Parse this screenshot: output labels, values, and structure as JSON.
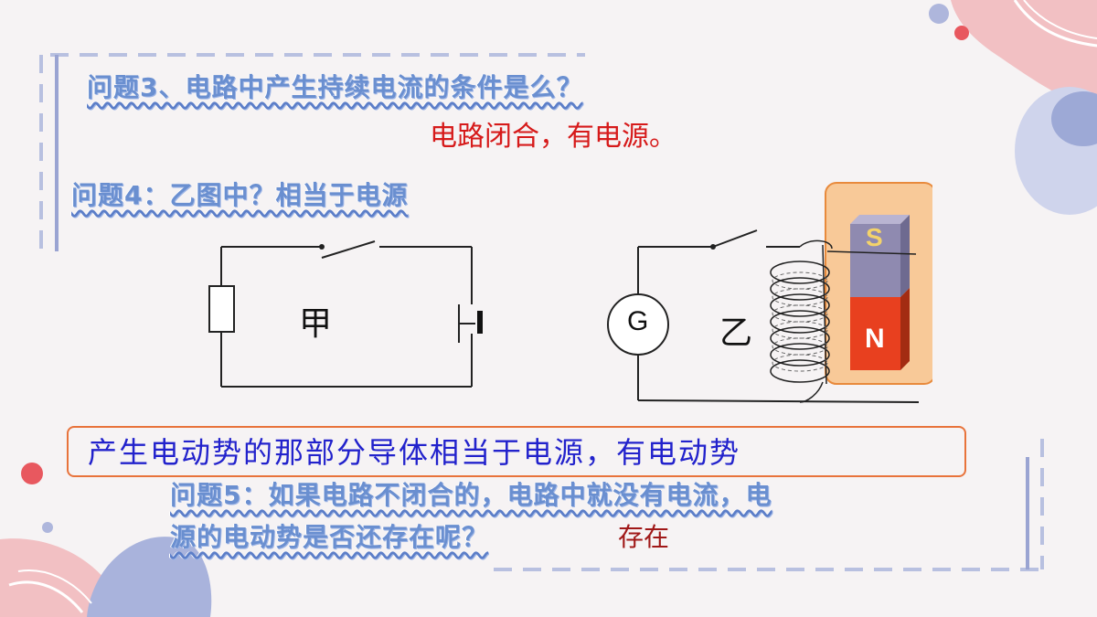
{
  "questions": {
    "q3": "问题3、电路中产生持续电流的条件是么？",
    "a3": "电路闭合，有电源。",
    "q4": "问题4：乙图中？相当于电源",
    "q5_line1": "问题5：如果电路不闭合的，电路中就没有电流，电",
    "q5_line2": "源的电动势是否还存在呢？",
    "a5": "存在"
  },
  "callout": {
    "text": "产生电动势的那部分导体相当于电源，有电动势"
  },
  "diagram_jia": {
    "label": "甲"
  },
  "diagram_yi": {
    "label": "乙",
    "galvanometer": "G",
    "magnet_top": "S",
    "magnet_bottom": "N"
  },
  "colors": {
    "question_blue": "#6a8fd0",
    "answer_red": "#d61a1a",
    "callout_border": "#e8733b",
    "callout_text": "#2222cc",
    "magnet_s": "#8f8ab0",
    "magnet_n": "#e8401f",
    "magnet_box": "#f8c998"
  }
}
